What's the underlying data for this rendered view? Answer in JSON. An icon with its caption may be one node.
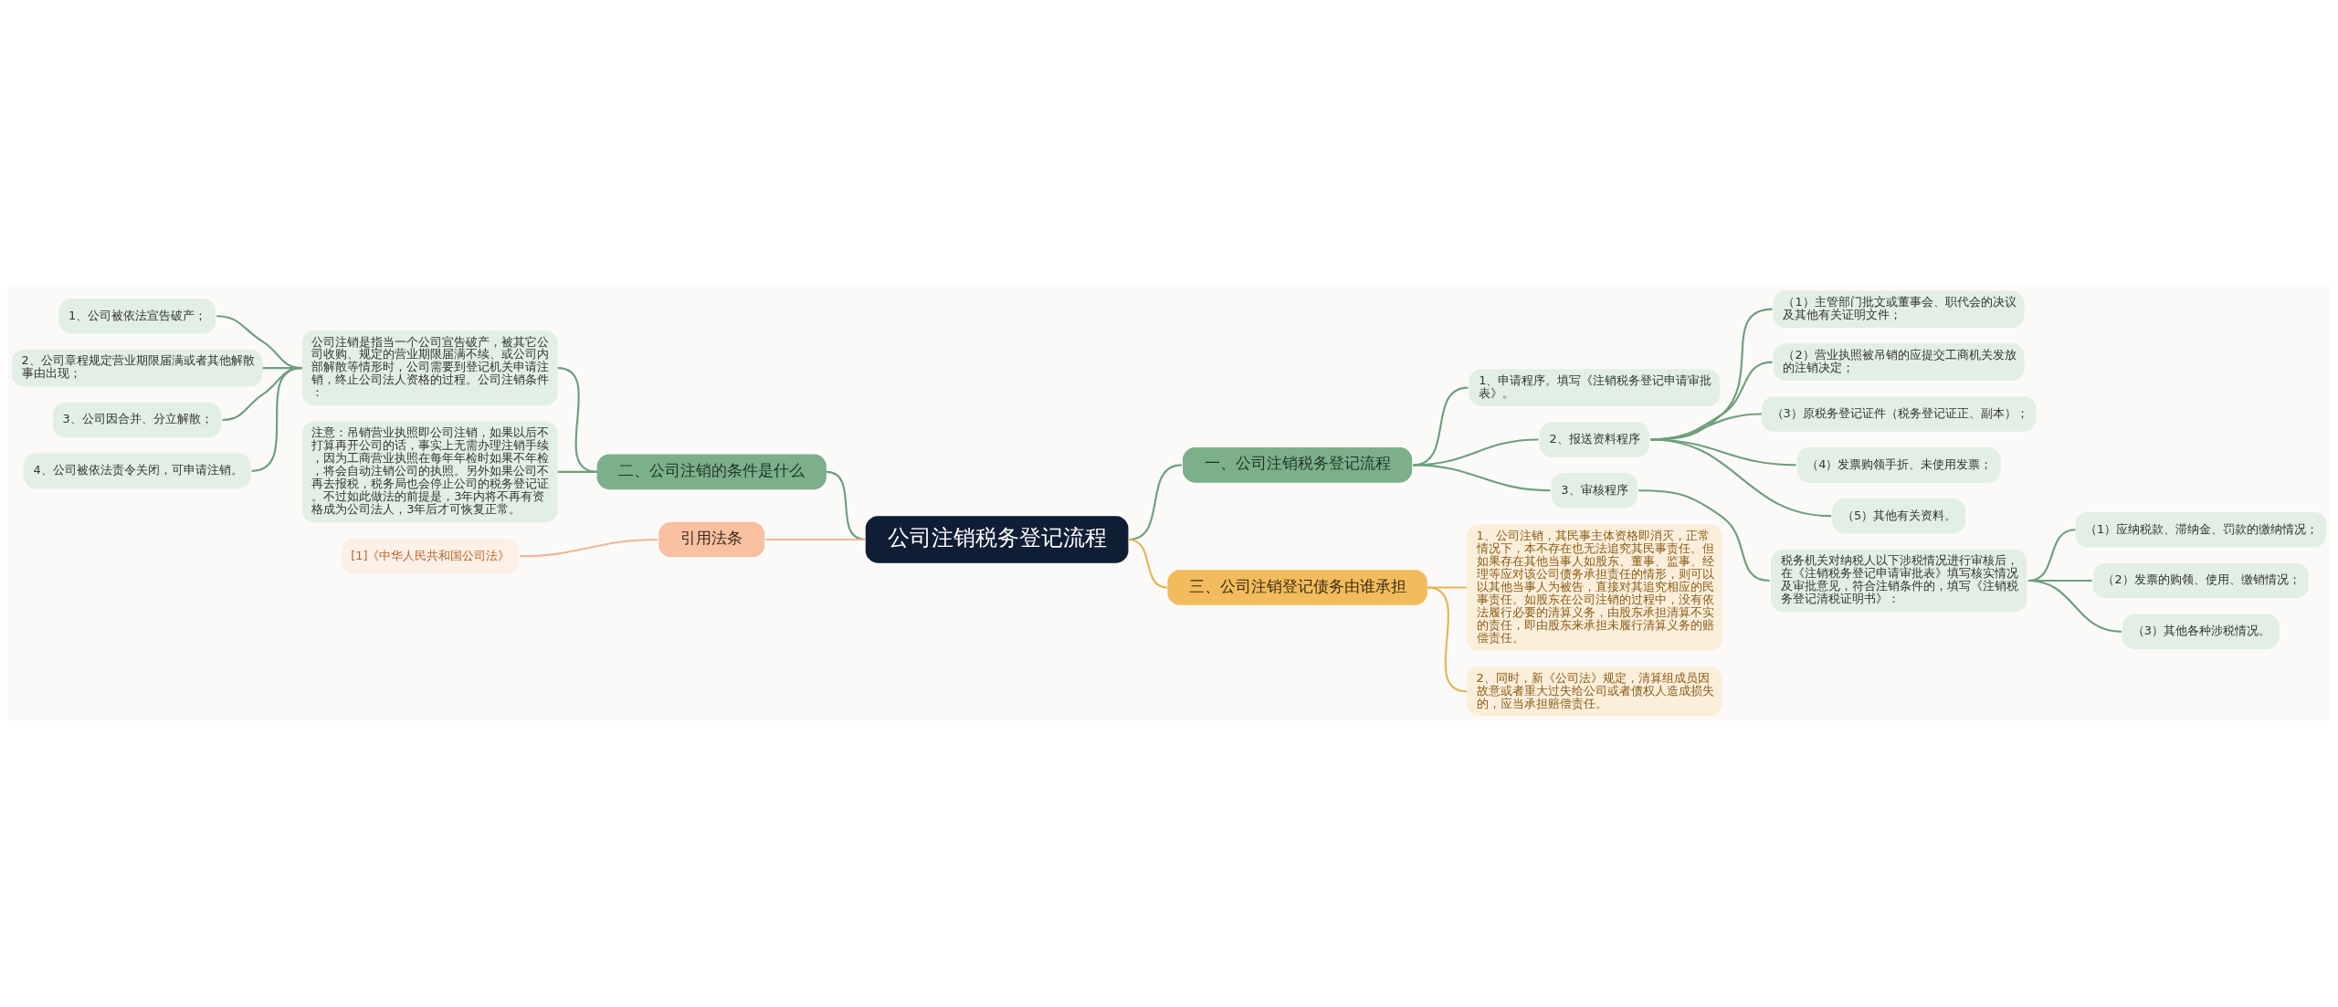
{
  "diagram": {
    "nodes": [
      {
        "text": [
          "公司注销税务登记流程"
        ]
      },
      {
        "text": [
          "一、公司注销税务登记流程"
        ]
      },
      {
        "text": [
          "1、申请程序。填写《注销税务登记申请审批表》。"
        ]
      },
      {
        "text": [
          "2、报送资料程序"
        ]
      },
      {
        "text": [
          "（1）主管部门批文或董事会、职代会的决议及其他有关证明文件；"
        ]
      },
      {
        "text": [
          "（2）营业执照被吊销的应提交工商机关发放的注销决定；"
        ]
      },
      {
        "text": [
          "（3）原税务登记证件（税务登记证正、副本）；"
        ]
      },
      {
        "text": [
          "（4）发票购领手折、未使用发票；"
        ]
      },
      {
        "text": [
          "（5）其他有关资料。"
        ]
      },
      {
        "text": [
          "3、审核程序"
        ]
      },
      {
        "text": [
          "税务机关对纳税人以下涉税情况进行审核后，在《注销税务登记申请审批表》填写核实情况及审批意见，符合注销条件的，填写《注销税务登记清税证明书》："
        ]
      },
      {
        "text": [
          "（1）应纳税款、滞纳金、罚款的缴纳情况；"
        ]
      },
      {
        "text": [
          "（2）发票的购领、使用、缴销情况；"
        ]
      },
      {
        "text": [
          "（3）其他各种涉税情况。"
        ]
      },
      {
        "text": [
          "二、公司注销的条件是什么"
        ]
      },
      {
        "text": [
          "公司注销是指当一个公司宣告破产，被其它公司收购、规定的营业期限届满不续、或公司内部解散等情形时，公司需要到登记机关申请注销，终止公司法人资格的过程。公司注销条件："
        ]
      },
      {
        "text": [
          "1、公司被依法宣告破产；"
        ]
      },
      {
        "text": [
          "2、公司章程规定营业期限届满或者其他解散事由出现；"
        ]
      },
      {
        "text": [
          "3、公司因合并、分立解散；"
        ]
      },
      {
        "text": [
          "4、公司被依法责令关闭，可申请注销。"
        ]
      },
      {
        "text": [
          "注意：吊销营业执照即公司注销，如果以后不打算再开公司的话，事实上无需办理注销手续，因为工商营业执照在每年年检时如果不年检，将会自动注销公司的执照。另外如果公司不再去报税，税务局也会停止公司的税务登记证。不过如此做法的前提是，3年内将不再有资格成为公司法人，3年后才可恢复正常。"
        ]
      },
      {
        "text": [
          "引用法条"
        ]
      },
      {
        "text": [
          "[1]《中华人民共和国公司法》"
        ]
      },
      {
        "text": [
          "三、公司注销登记债务由谁承担"
        ]
      },
      {
        "text": [
          "1、公司注销，其民事主体资格即消灭，正常情况下，本不存在也无法追究其民事责任。但如果存在其他当事人如股东、董事、监事、经理等应对该公司债务承担责任的情形，则可以以其他当事人为被告，直接对其追究相应的民事责任。如股东在公司注销的过程中，没有依法履行必要的清算义务，由股东承担清算不实的责任，即由股东来承担未履行清算义务的赔偿责任。"
        ]
      },
      {
        "text": [
          "2、同时，新《公司法》规定，清算组成员因故意或者重大过失给公司或者债权人造成损失的，应当承担赔偿责任。"
        ]
      }
    ],
    "edges": [
      {
        "from": 0,
        "to": 1,
        "arrow": "none"
      },
      {
        "from": 1,
        "to": 2,
        "arrow": "none"
      },
      {
        "from": 1,
        "to": 3,
        "arrow": "none"
      },
      {
        "from": 3,
        "to": 4,
        "arrow": "none"
      },
      {
        "from": 3,
        "to": 5,
        "arrow": "none"
      },
      {
        "from": 3,
        "to": 6,
        "arrow": "none"
      },
      {
        "from": 3,
        "to": 7,
        "arrow": "none"
      },
      {
        "from": 3,
        "to": 8,
        "arrow": "none"
      },
      {
        "from": 1,
        "to": 9,
        "arrow": "none"
      },
      {
        "from": 9,
        "to": 10,
        "arrow": "none"
      },
      {
        "from": 10,
        "to": 11,
        "arrow": "none"
      },
      {
        "from": 10,
        "to": 12,
        "arrow": "none"
      },
      {
        "from": 10,
        "to": 13,
        "arrow": "none"
      },
      {
        "from": 0,
        "to": 14,
        "arrow": "none"
      },
      {
        "from": 14,
        "to": 15,
        "arrow": "none"
      },
      {
        "from": 15,
        "to": 16,
        "arrow": "none"
      },
      {
        "from": 15,
        "to": 17,
        "arrow": "none"
      },
      {
        "from": 15,
        "to": 18,
        "arrow": "none"
      },
      {
        "from": 15,
        "to": 19,
        "arrow": "none"
      },
      {
        "from": 14,
        "to": 20,
        "arrow": "none"
      },
      {
        "from": 0,
        "to": 21,
        "arrow": "none",
        "color": "#f0b694"
      },
      {
        "from": 21,
        "to": 22,
        "arrow": "none",
        "color": "#f0b694"
      },
      {
        "from": 0,
        "to": 23,
        "arrow": "none",
        "color": "#e6b552"
      },
      {
        "from": 23,
        "to": 24,
        "arrow": "none",
        "color": "#e6b552"
      },
      {
        "from": 23,
        "to": 25,
        "arrow": "none",
        "color": "#e6b552"
      }
    ]
  }
}
